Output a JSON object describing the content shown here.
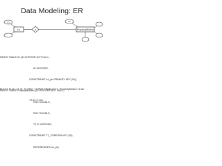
{
  "slide": {
    "title": "Data Modeling: ER"
  },
  "diagram": {
    "entity_left": {
      "label": "T1",
      "attributes": [
        "ID"
      ]
    },
    "entity_right": {
      "label": "PropertyMotion",
      "attributes": [
        "ID"
      ]
    },
    "relationship_label": "H"
  },
  "sql_create": [
    "REATE TABLE ID (ID INTEGER NOT NULL,",
    "ID INTEGER,",
    "CONSTRAINT tnl_pk PRIMARY KEY (ID))",
    "REATE TABLE PropertyMotion (ID INTEGER NOT NULL,",
    "PMX DOUBLE,",
    "PMY DOUBLE,",
    "T1 ID INTEGER,",
    "CONSTRAINT T1_FOREIGN KEY (ID),",
    "REFERENCES tnl_pk)"
  ],
  "sql_select": [
    "ELECT T1.ID, T1.ID, T2.PMX, T2.PMY FROM ID T1, PropertyMotion T2 wh",
    "T2.ID=T1.ID"
  ],
  "colors": {
    "background": "#ffffff",
    "ink": "#1a1a1a",
    "line": "#333333"
  }
}
